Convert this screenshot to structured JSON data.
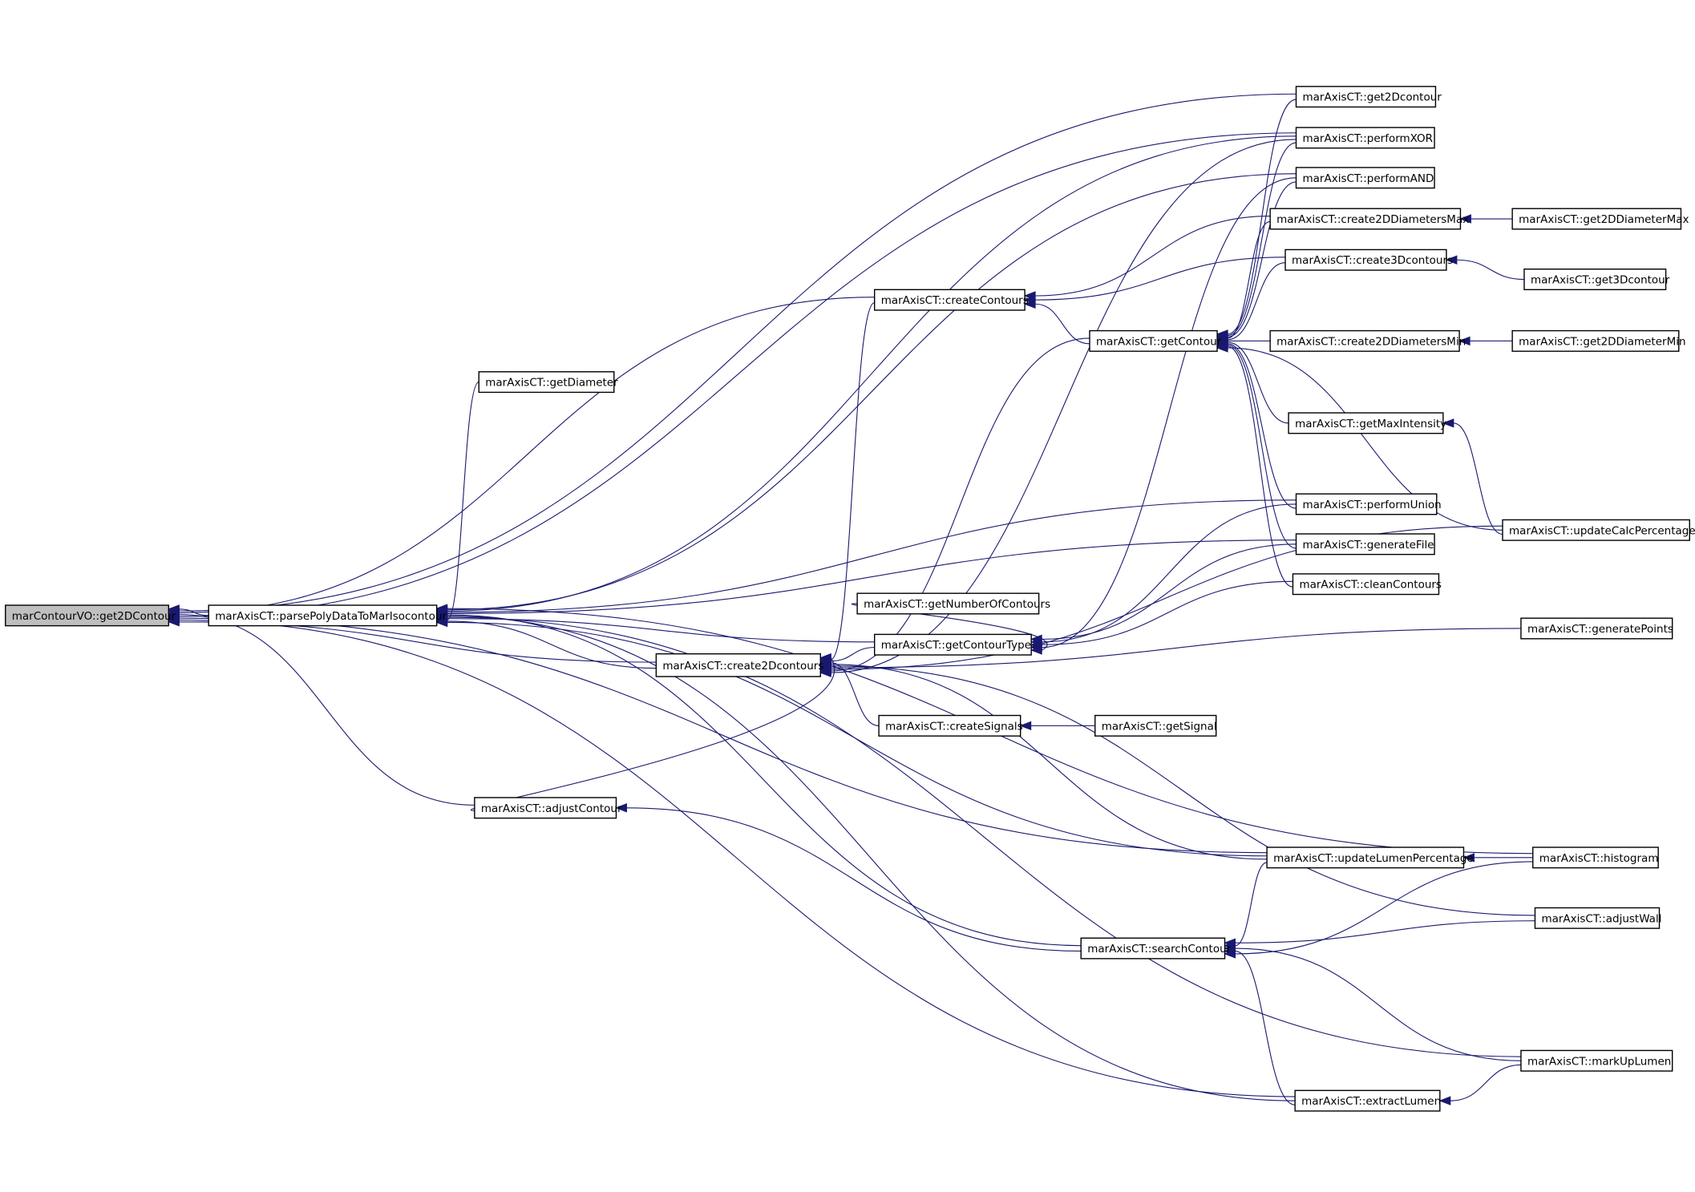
{
  "graph": {
    "root": "get2DContour",
    "node_color": "#ffffff",
    "root_color": "#bfbfbf",
    "edge_color": "#191970",
    "nodes": [
      {
        "id": "get2DContour",
        "label": "marContourVO::get2DContour"
      },
      {
        "id": "parsePolyData",
        "label": "marAxisCT::parsePolyDataToMarIsocontour"
      },
      {
        "id": "getDiameter",
        "label": "marAxisCT::getDiameter"
      },
      {
        "id": "adjustContour",
        "label": "marAxisCT::adjustContour"
      },
      {
        "id": "create2Dcontours",
        "label": "marAxisCT::create2Dcontours"
      },
      {
        "id": "createContours",
        "label": "marAxisCT::createContours"
      },
      {
        "id": "getNumberOfContours",
        "label": "marAxisCT::getNumberOfContours"
      },
      {
        "id": "getContourType",
        "label": "marAxisCT::getContourType"
      },
      {
        "id": "createSignals",
        "label": "marAxisCT::createSignals"
      },
      {
        "id": "getContour",
        "label": "marAxisCT::getContour"
      },
      {
        "id": "getSignal",
        "label": "marAxisCT::getSignal"
      },
      {
        "id": "searchContour",
        "label": "marAxisCT::searchContour"
      },
      {
        "id": "get2Dcontour",
        "label": "marAxisCT::get2Dcontour"
      },
      {
        "id": "performXOR",
        "label": "marAxisCT::performXOR"
      },
      {
        "id": "performAND",
        "label": "marAxisCT::performAND"
      },
      {
        "id": "create2DDiametersMax",
        "label": "marAxisCT::create2DDiametersMax"
      },
      {
        "id": "create3Dcontours",
        "label": "marAxisCT::create3Dcontours"
      },
      {
        "id": "create2DDiametersMin",
        "label": "marAxisCT::create2DDiametersMin"
      },
      {
        "id": "getMaxIntensity",
        "label": "marAxisCT::getMaxIntensity"
      },
      {
        "id": "performUnion",
        "label": "marAxisCT::performUnion"
      },
      {
        "id": "generateFile",
        "label": "marAxisCT::generateFile"
      },
      {
        "id": "cleanContours",
        "label": "marAxisCT::cleanContours"
      },
      {
        "id": "updateLumenPercentage",
        "label": "marAxisCT::updateLumenPercentage"
      },
      {
        "id": "extractLumen",
        "label": "marAxisCT::extractLumen"
      },
      {
        "id": "get2DDiameterMax",
        "label": "marAxisCT::get2DDiameterMax"
      },
      {
        "id": "get3Dcontour",
        "label": "marAxisCT::get3Dcontour"
      },
      {
        "id": "get2DDiameterMin",
        "label": "marAxisCT::get2DDiameterMin"
      },
      {
        "id": "updateCalcPercentage",
        "label": "marAxisCT::updateCalcPercentage"
      },
      {
        "id": "generatePoints",
        "label": "marAxisCT::generatePoints"
      },
      {
        "id": "histogram",
        "label": "marAxisCT::histogram"
      },
      {
        "id": "adjustWall",
        "label": "marAxisCT::adjustWall"
      },
      {
        "id": "markUpLumen",
        "label": "marAxisCT::markUpLumen"
      }
    ],
    "edges": [
      {
        "from": "parsePolyData",
        "to": "get2DContour"
      },
      {
        "from": "get2Dcontour",
        "to": "get2DContour"
      },
      {
        "from": "createContours",
        "to": "get2DContour"
      },
      {
        "from": "adjustContour",
        "to": "get2DContour"
      },
      {
        "from": "performXOR",
        "to": "get2DContour"
      },
      {
        "from": "updateLumenPercentage",
        "to": "get2DContour"
      },
      {
        "from": "extractLumen",
        "to": "get2DContour"
      },
      {
        "from": "create2Dcontours",
        "to": "get2DContour"
      },
      {
        "from": "histogram",
        "to": "parsePolyData"
      },
      {
        "from": "performAND",
        "to": "parsePolyData"
      },
      {
        "from": "performXOR",
        "to": "parsePolyData"
      },
      {
        "from": "performUnion",
        "to": "parsePolyData"
      },
      {
        "from": "generateFile",
        "to": "parsePolyData"
      },
      {
        "from": "searchContour",
        "to": "parsePolyData"
      },
      {
        "from": "extractLumen",
        "to": "parsePolyData"
      },
      {
        "from": "markUpLumen",
        "to": "parsePolyData"
      },
      {
        "from": "getContourType",
        "to": "parsePolyData"
      },
      {
        "from": "getDiameter",
        "to": "parsePolyData"
      },
      {
        "from": "create2Dcontours",
        "to": "parsePolyData"
      },
      {
        "from": "updateLumenPercentage",
        "to": "parsePolyData"
      },
      {
        "from": "searchContour",
        "to": "adjustContour"
      },
      {
        "from": "adjustContour",
        "to": "create2Dcontours"
      },
      {
        "from": "createContours",
        "to": "create2Dcontours"
      },
      {
        "from": "getContourType",
        "to": "create2Dcontours"
      },
      {
        "from": "createSignals",
        "to": "create2Dcontours"
      },
      {
        "from": "updateLumenPercentage",
        "to": "create2Dcontours"
      },
      {
        "from": "adjustWall",
        "to": "create2Dcontours"
      },
      {
        "from": "generatePoints",
        "to": "create2Dcontours"
      },
      {
        "from": "updateCalcPercentage",
        "to": "create2Dcontours"
      },
      {
        "from": "getContour",
        "to": "create2Dcontours"
      },
      {
        "from": "performXOR",
        "to": "create2Dcontours"
      },
      {
        "from": "create2DDiametersMax",
        "to": "createContours"
      },
      {
        "from": "create3Dcontours",
        "to": "createContours"
      },
      {
        "from": "getContour",
        "to": "createContours"
      },
      {
        "from": "generateFile",
        "to": "getContourType"
      },
      {
        "from": "performUnion",
        "to": "getContourType"
      },
      {
        "from": "cleanContours",
        "to": "getContourType"
      },
      {
        "from": "performAND",
        "to": "getContourType"
      },
      {
        "from": "getNumberOfContours",
        "to": "getContourType"
      },
      {
        "from": "getSignal",
        "to": "createSignals"
      },
      {
        "from": "get2Dcontour",
        "to": "getContour"
      },
      {
        "from": "performXOR",
        "to": "getContour"
      },
      {
        "from": "performAND",
        "to": "getContour"
      },
      {
        "from": "create2DDiametersMax",
        "to": "getContour"
      },
      {
        "from": "create3Dcontours",
        "to": "getContour"
      },
      {
        "from": "create2DDiametersMin",
        "to": "getContour"
      },
      {
        "from": "getMaxIntensity",
        "to": "getContour"
      },
      {
        "from": "performUnion",
        "to": "getContour"
      },
      {
        "from": "generateFile",
        "to": "getContour"
      },
      {
        "from": "cleanContours",
        "to": "getContour"
      },
      {
        "from": "updateCalcPercentage",
        "to": "getContour"
      },
      {
        "from": "get2DDiameterMax",
        "to": "create2DDiametersMax"
      },
      {
        "from": "get3Dcontour",
        "to": "create3Dcontours"
      },
      {
        "from": "get2DDiameterMin",
        "to": "create2DDiametersMin"
      },
      {
        "from": "updateCalcPercentage",
        "to": "getMaxIntensity"
      },
      {
        "from": "histogram",
        "to": "updateLumenPercentage"
      },
      {
        "from": "adjustWall",
        "to": "searchContour"
      },
      {
        "from": "updateLumenPercentage",
        "to": "searchContour"
      },
      {
        "from": "markUpLumen",
        "to": "searchContour"
      },
      {
        "from": "extractLumen",
        "to": "searchContour"
      },
      {
        "from": "histogram",
        "to": "searchContour"
      },
      {
        "from": "markUpLumen",
        "to": "extractLumen"
      }
    ]
  }
}
